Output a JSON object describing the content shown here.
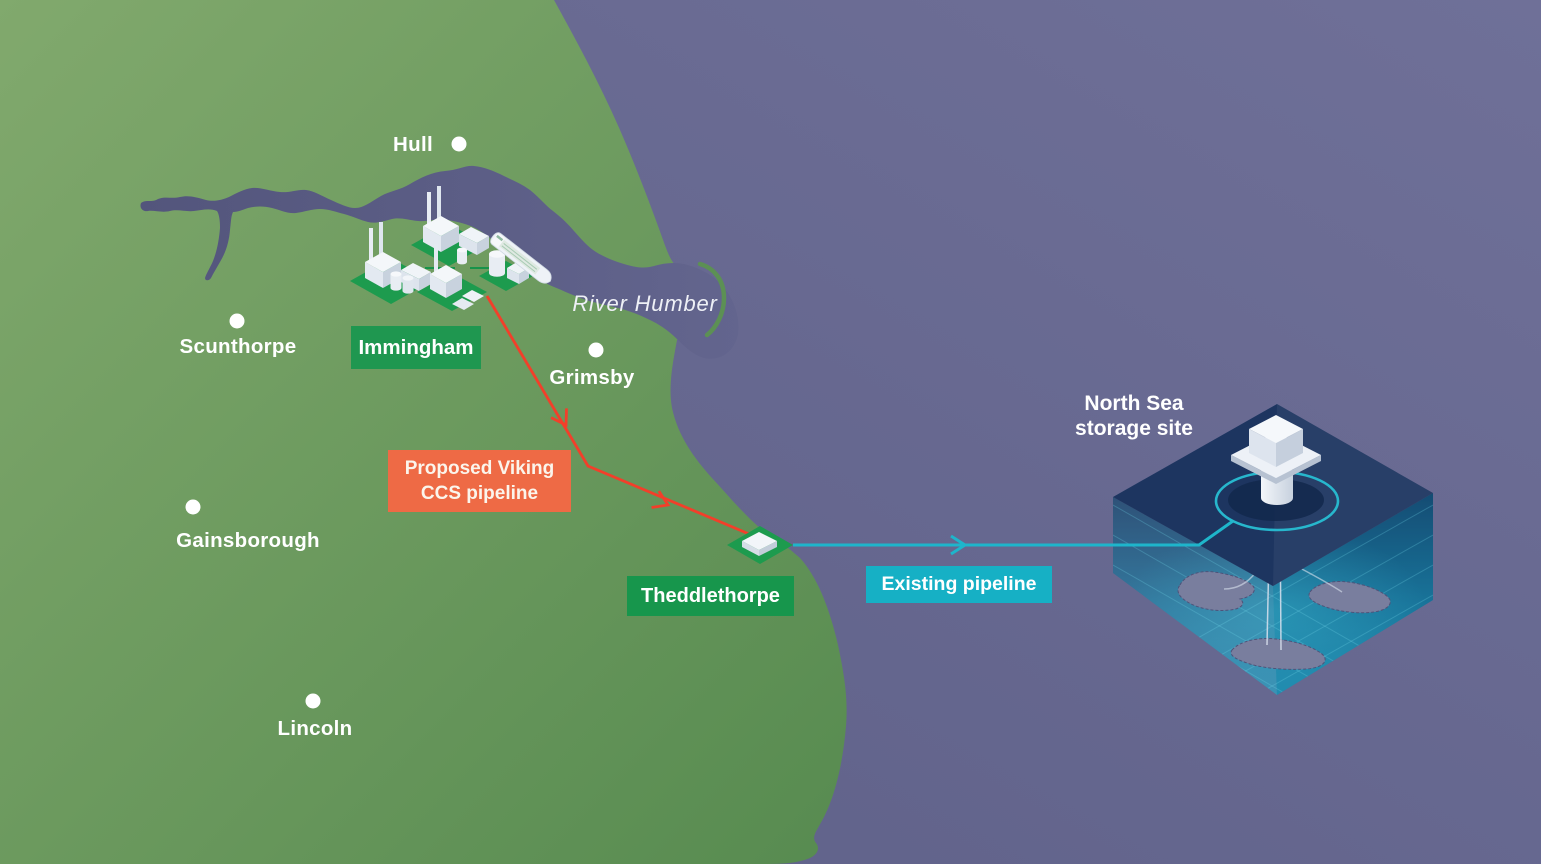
{
  "cities": [
    {
      "name": "Hull"
    },
    {
      "name": "Scunthorpe"
    },
    {
      "name": "Grimsby"
    },
    {
      "name": "Gainsborough"
    },
    {
      "name": "Lincoln"
    }
  ],
  "water": {
    "river_label": "River Humber"
  },
  "terminals": {
    "immingham": "Immingham",
    "theddlethorpe": "Theddlethorpe"
  },
  "pipelines": {
    "proposed": {
      "line1": "Proposed Viking",
      "line2": "CCS pipeline",
      "color": "#ee6a45"
    },
    "existing": {
      "label": "Existing pipeline",
      "color": "#16b0c5"
    }
  },
  "storage_site": {
    "line1": "North Sea",
    "line2": "storage site"
  },
  "colors": {
    "land_green": "#6f9e61",
    "sea_purple": "#686a92",
    "river_purple": "#5a5c84",
    "terminal_green": "#1f9750",
    "platform_green": "#1d9b4e",
    "pipeline_red": "#f23f2a",
    "pipeline_cyan": "#1eb5cb",
    "storage_navy": "#1d3560",
    "label_text": "#ffffff"
  },
  "icons": {
    "factory": "factory-icon",
    "ship": "ship-icon",
    "terminal_pad": "terminal-pad-icon",
    "offshore_platform": "offshore-platform-icon",
    "storage_cube": "storage-cube-icon",
    "city_dot": "city-dot"
  }
}
